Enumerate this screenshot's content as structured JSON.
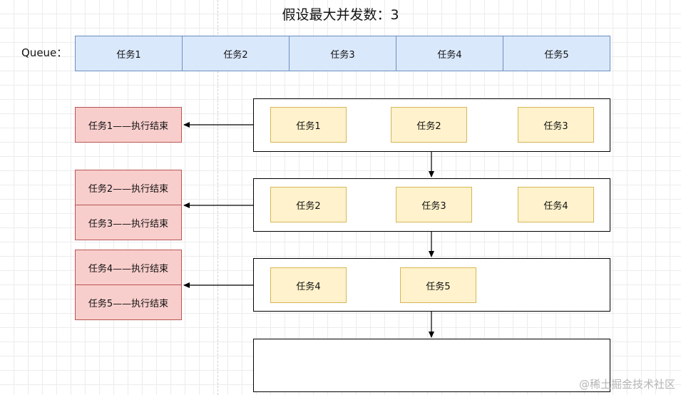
{
  "title": "假设最大并发数：3",
  "queue": {
    "label": "Queue：",
    "items": [
      "任务1",
      "任务2",
      "任务3",
      "任务4",
      "任务5"
    ]
  },
  "pools": [
    {
      "tasks": [
        "任务1",
        "任务2",
        "任务3"
      ]
    },
    {
      "tasks": [
        "任务2",
        "任务3",
        "任务4"
      ]
    },
    {
      "tasks": [
        "任务4",
        "任务5"
      ]
    },
    {
      "tasks": []
    }
  ],
  "finished": [
    [
      "任务1——执行结束"
    ],
    [
      "任务2——执行结束",
      "任务3——执行结束"
    ],
    [
      "任务4——执行结束",
      "任务5——执行结束"
    ]
  ],
  "watermark": "@稀土掘金技术社区",
  "colors": {
    "queue_fill": "#dae8fc",
    "queue_border": "#6c8ebf",
    "task_fill": "#fff2cc",
    "task_border": "#d6b656",
    "done_fill": "#f8cecc",
    "done_border": "#b85450"
  }
}
